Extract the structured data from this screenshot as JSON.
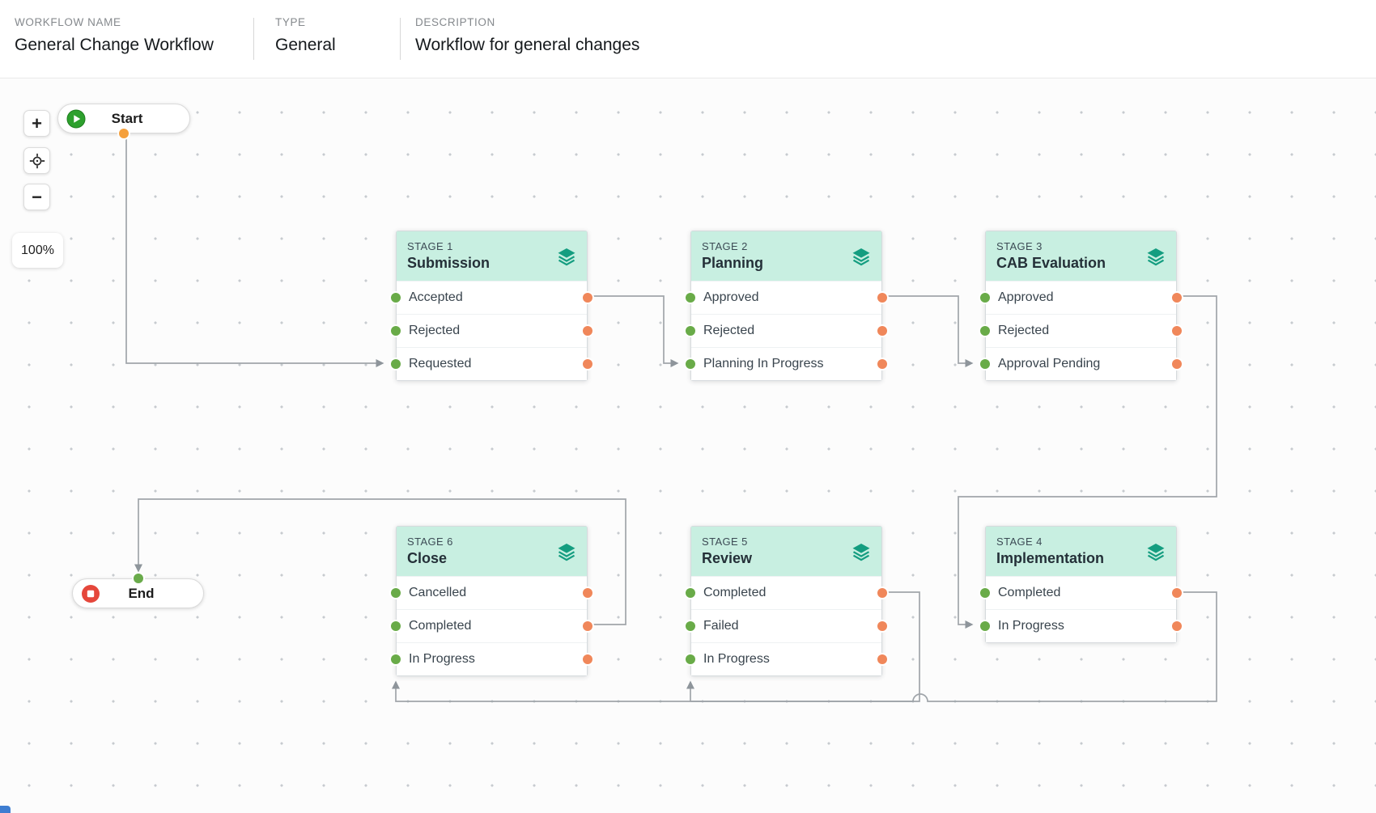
{
  "header": {
    "fields": [
      {
        "label": "WORKFLOW NAME",
        "value": "General Change Workflow"
      },
      {
        "label": "TYPE",
        "value": "General"
      },
      {
        "label": "DESCRIPTION",
        "value": "Workflow for general changes"
      }
    ]
  },
  "canvas": {
    "zoom_level": "100%",
    "controls": {
      "zoom_in": "+",
      "zoom_out": "−"
    },
    "start_label": "Start",
    "end_label": "End",
    "stages": [
      {
        "id": "stage-1",
        "badge": "STAGE 1",
        "name": "Submission",
        "statuses": [
          "Accepted",
          "Rejected",
          "Requested"
        ]
      },
      {
        "id": "stage-2",
        "badge": "STAGE 2",
        "name": "Planning",
        "statuses": [
          "Approved",
          "Rejected",
          "Planning In Progress"
        ]
      },
      {
        "id": "stage-3",
        "badge": "STAGE 3",
        "name": "CAB Evaluation",
        "statuses": [
          "Approved",
          "Rejected",
          "Approval Pending"
        ]
      },
      {
        "id": "stage-6",
        "badge": "STAGE 6",
        "name": "Close",
        "statuses": [
          "Cancelled",
          "Completed",
          "In Progress"
        ]
      },
      {
        "id": "stage-5",
        "badge": "STAGE 5",
        "name": "Review",
        "statuses": [
          "Completed",
          "Failed",
          "In Progress"
        ]
      },
      {
        "id": "stage-4",
        "badge": "STAGE 4",
        "name": "Implementation",
        "statuses": [
          "Completed",
          "In Progress"
        ]
      }
    ],
    "connections": [
      {
        "from": "Start",
        "to": "Stage 1 / Requested"
      },
      {
        "from": "Stage 1 / Accepted",
        "to": "Stage 2 / Planning In Progress"
      },
      {
        "from": "Stage 2 / Approved",
        "to": "Stage 3 / Approval Pending"
      },
      {
        "from": "Stage 3 / Approved",
        "to": "Stage 4 / In Progress"
      },
      {
        "from": "Stage 4 / Completed",
        "to": "Stage 5 / In Progress"
      },
      {
        "from": "Stage 5 / Completed",
        "to": "Stage 6 / In Progress"
      },
      {
        "from": "Stage 6 / Completed",
        "to": "End"
      }
    ],
    "colors": {
      "stage_header_bg": "#c8efe1",
      "stage_icon": "#149d80",
      "input_dot": "#69ab48",
      "output_dot": "#f0875a",
      "start_out_dot": "#f5a03c",
      "end_in_dot": "#6aab4b",
      "connector": "#a0a5aa",
      "start_icon": "#2da02d",
      "end_icon": "#e5473b"
    }
  }
}
